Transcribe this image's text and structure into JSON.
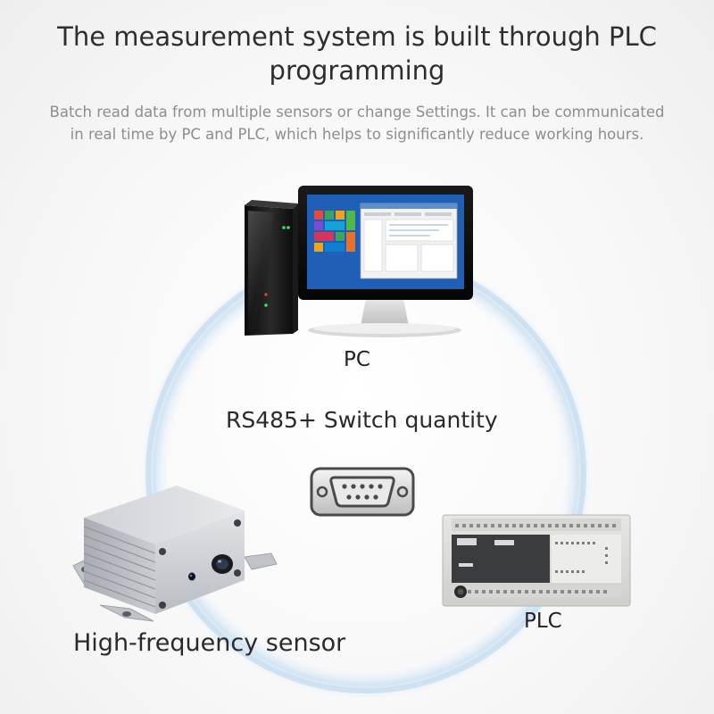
{
  "header": {
    "title_line1": "The measurement system is built through PLC",
    "title_line2": "programming",
    "description_line1": "Batch read data from multiple sensors or change Settings. It can be communicated",
    "description_line2": "in real time by PC and PLC, which helps to significantly reduce working hours."
  },
  "nodes": {
    "pc_label": "PC",
    "link_label": "RS485+ Switch quantity",
    "plc_label": "PLC",
    "sensor_label": "High-frequency sensor"
  },
  "icons": [
    "pc-tower-icon",
    "monitor-icon",
    "db9-connector-icon",
    "plc-icon",
    "sensor-icon"
  ],
  "colors": {
    "ring": "#bcd6ee",
    "screen_blue": "#1f5fb5",
    "plc_body": "#3a3c40",
    "aluminum": "#c9ccd1"
  }
}
